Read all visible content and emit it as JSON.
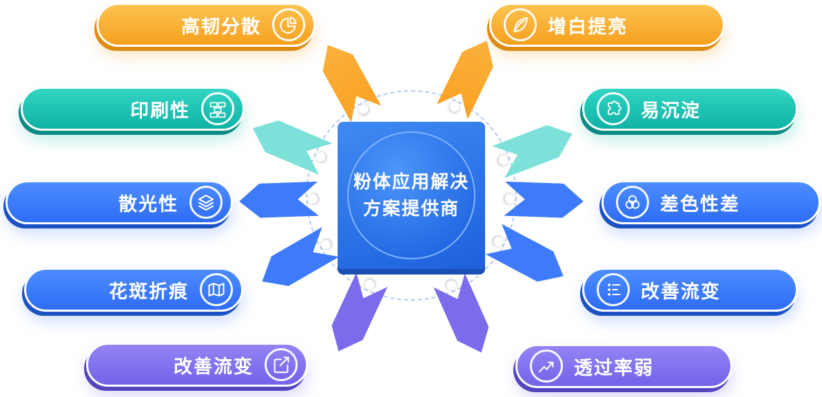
{
  "center": {
    "title_line1": "粉体应用解决",
    "title_line2": "方案提供商"
  },
  "left_pills": [
    {
      "label": "高韧分散",
      "icon": "pie-chart-icon",
      "color": "#F7A622"
    },
    {
      "label": "印刷性",
      "icon": "bricks-icon",
      "color": "#14BBAD"
    },
    {
      "label": "散光性",
      "icon": "layers-icon",
      "color": "#3C7BFA"
    },
    {
      "label": "花斑折痕",
      "icon": "map-icon",
      "color": "#3C7BFA"
    },
    {
      "label": "改善流变",
      "icon": "edit-icon",
      "color": "#7B6AED"
    }
  ],
  "right_pills": [
    {
      "label": "增白提亮",
      "icon": "leaf-icon",
      "color": "#F7A622"
    },
    {
      "label": "易沉淀",
      "icon": "puzzle-icon",
      "color": "#14BBAD"
    },
    {
      "label": "差色性差",
      "icon": "color-circles-icon",
      "color": "#3C7BFA"
    },
    {
      "label": "改善流变",
      "icon": "tune-icon",
      "color": "#3C7BFA"
    },
    {
      "label": "透过率弱",
      "icon": "trend-icon",
      "color": "#7B6AED"
    }
  ],
  "palette": {
    "orange": "#F7A622",
    "teal": "#14BBAD",
    "blue": "#3C7BFA",
    "purple": "#7B6AED",
    "center_blue": "#2A6FE8",
    "ring_dash": "#AEC9F6"
  }
}
